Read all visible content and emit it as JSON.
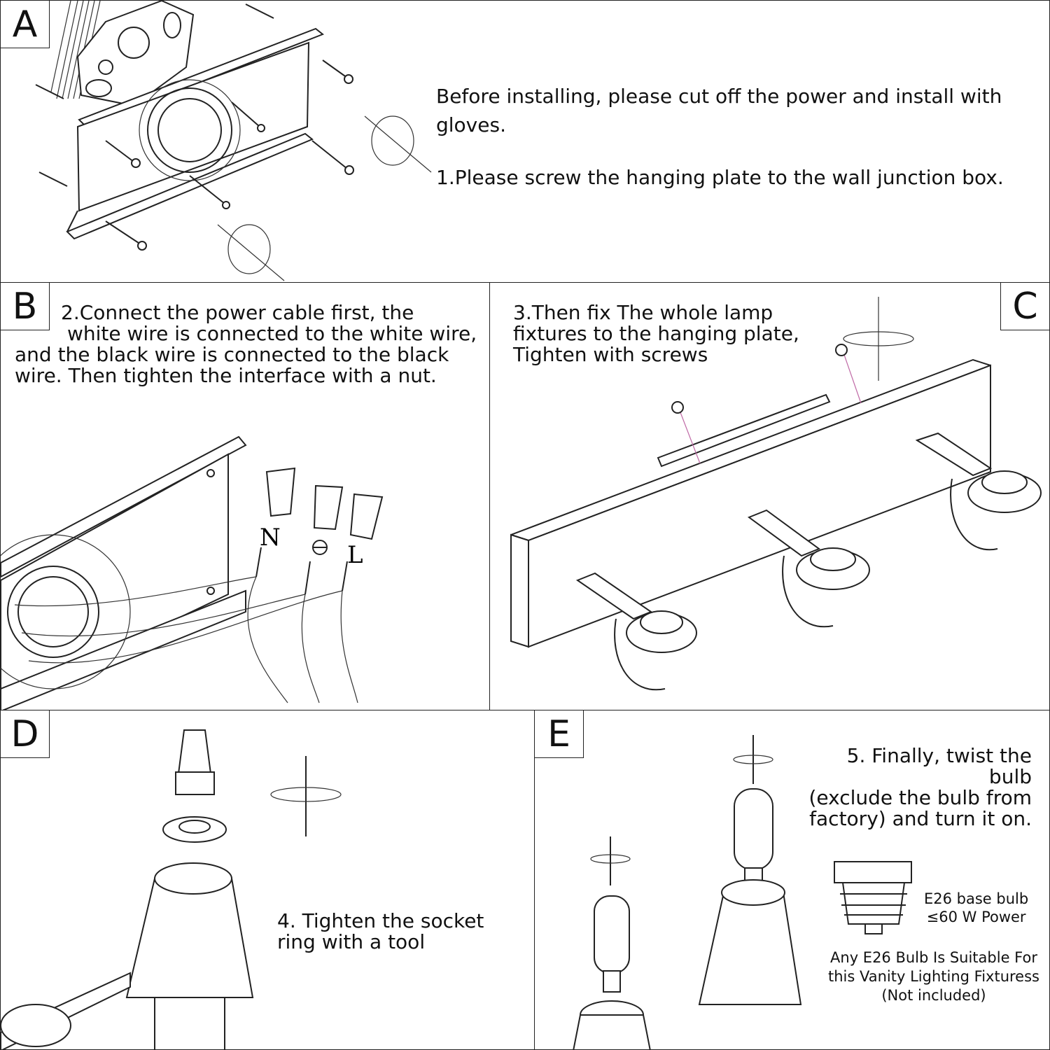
{
  "panels": {
    "a": {
      "badge": "A",
      "intro": "Before installing, please cut off the power and install with\ngloves.",
      "step": "1.Please screw the hanging plate to the wall junction box."
    },
    "b": {
      "badge": "B",
      "line1": "2.Connect the power cable first, the",
      "line2": "white wire is connected to the white wire,",
      "line3": "and the black wire is connected to the black",
      "line4": "wire. Then tighten the interface with a nut.",
      "label_n": "N",
      "label_l": "L"
    },
    "c": {
      "badge": "C",
      "text": "3.Then fix The whole lamp\nfixtures to the hanging plate,\nTighten with screws"
    },
    "d": {
      "badge": "D",
      "text": "4. Tighten the socket\nring with a tool"
    },
    "e": {
      "badge": "E",
      "text": "5. Finally, twist the bulb\n(exclude the bulb from\nfactory) and turn it on.",
      "bulb_spec": "E26 base bulb\n≤60 W Power",
      "note": "Any E26 Bulb Is Suitable For\nthis Vanity Lighting Fixturess\n(Not included)"
    }
  }
}
